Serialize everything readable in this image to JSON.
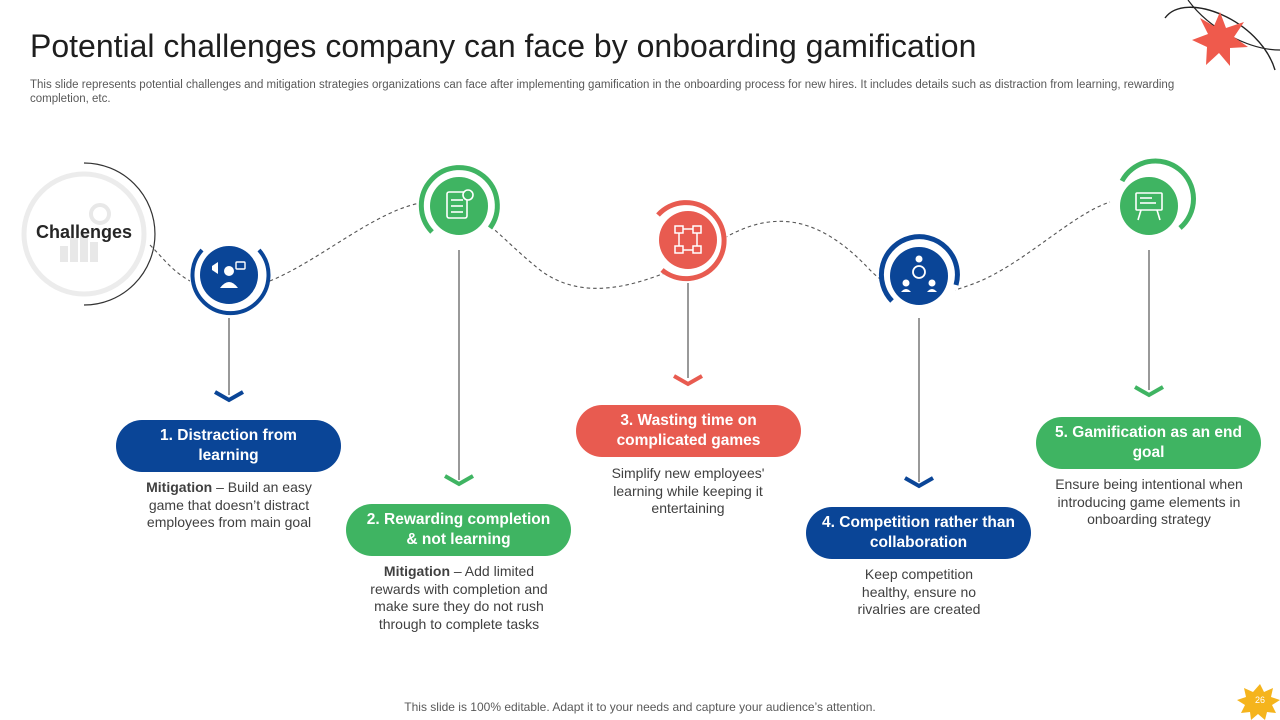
{
  "title": "Potential challenges company can face by onboarding gamification",
  "subtitle": "This slide represents potential challenges and mitigation strategies organizations can face after implementing gamification in the onboarding process for new hires. It includes details such as distraction from learning, rewarding completion, etc.",
  "challenges_label": "Challenges",
  "colors": {
    "blue": "#0a4597",
    "green": "#3fb462",
    "red": "#e85b50"
  },
  "items": [
    {
      "title": "1. Distraction from learning",
      "desc_bold": "Mitigation",
      "desc": " – Build an easy game that doesn’t distract employees from main goal",
      "icon": "presenter-icon",
      "color": "#0a4597"
    },
    {
      "title": "2. Rewarding completion & not learning",
      "desc_bold": "Mitigation",
      "desc": " – Add limited rewards with completion  and make sure they do not rush through to complete tasks",
      "icon": "checklist-icon",
      "color": "#3fb462"
    },
    {
      "title": "3. Wasting time on complicated games",
      "desc_bold": "",
      "desc": "Simplify new employees' learning while keeping it entertaining",
      "icon": "flowchart-icon",
      "color": "#e85b50"
    },
    {
      "title": "4. Competition rather than collaboration",
      "desc_bold": "",
      "desc": "Keep competition healthy, ensure no rivalries are created",
      "icon": "team-icon",
      "color": "#0a4597"
    },
    {
      "title": "5. Gamification as an end goal",
      "desc_bold": "",
      "desc": "Ensure being intentional when introducing game elements in onboarding strategy",
      "icon": "board-icon",
      "color": "#3fb462"
    }
  ],
  "footer": "This slide is 100% editable. Adapt it to your needs and capture your audience’s attention.",
  "page_number": "26"
}
